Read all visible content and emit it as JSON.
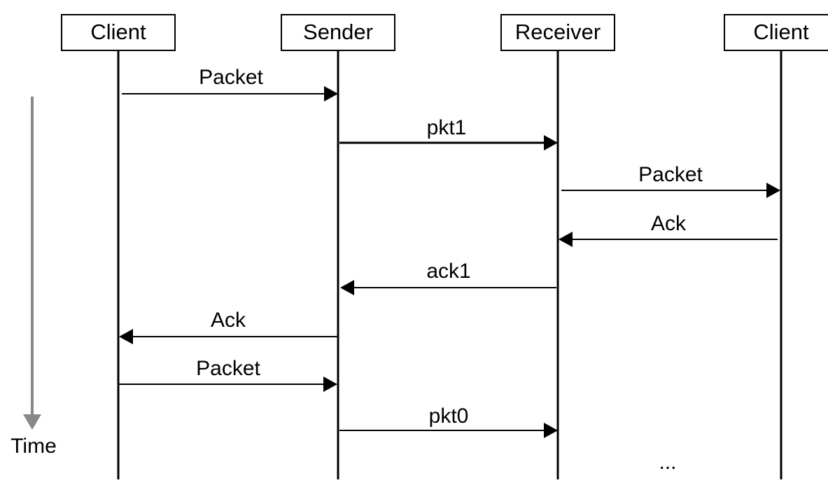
{
  "participants": [
    {
      "name": "Client"
    },
    {
      "name": "Sender"
    },
    {
      "name": "Receiver"
    },
    {
      "name": "Client"
    }
  ],
  "messages": [
    {
      "from": 0,
      "to": 1,
      "label": "Packet"
    },
    {
      "from": 1,
      "to": 2,
      "label": "pkt1"
    },
    {
      "from": 2,
      "to": 3,
      "label": "Packet"
    },
    {
      "from": 3,
      "to": 2,
      "label": "Ack"
    },
    {
      "from": 2,
      "to": 1,
      "label": "ack1"
    },
    {
      "from": 1,
      "to": 0,
      "label": "Ack"
    },
    {
      "from": 0,
      "to": 1,
      "label": "Packet"
    },
    {
      "from": 1,
      "to": 2,
      "label": "pkt0"
    }
  ],
  "time_label": "Time",
  "continuation": "...",
  "colors": {
    "line": "#000000",
    "time_arrow": "#888888"
  }
}
